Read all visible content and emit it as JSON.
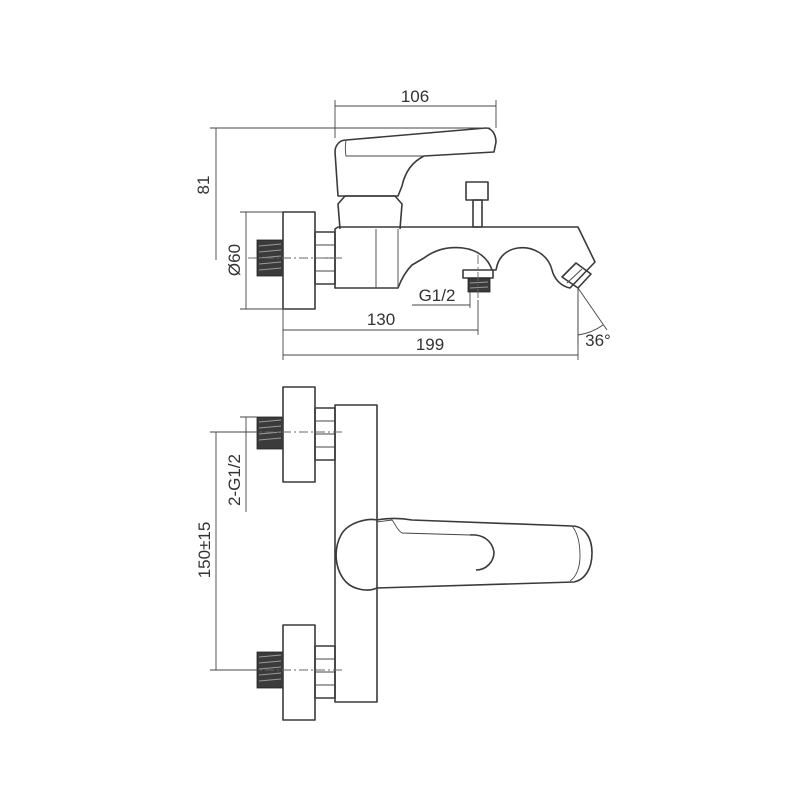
{
  "side_view": {
    "dim_width_top": "106",
    "dim_height": "81",
    "dim_diameter": "Ø60",
    "dim_thread": "G1/2",
    "dim_depth": "130",
    "dim_total_length": "199",
    "dim_angle": "36°"
  },
  "top_view": {
    "dim_inlet_threads": "2-G1/2",
    "dim_center_distance": "150±15"
  }
}
